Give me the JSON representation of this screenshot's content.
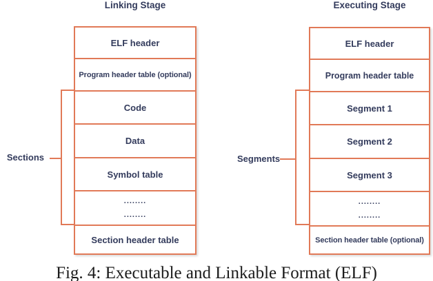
{
  "figure": {
    "left_panel": {
      "title": "Linking Stage",
      "bracket_label": "Sections",
      "rows": [
        {
          "label": "ELF header"
        },
        {
          "label": "Program header table (optional)"
        },
        {
          "label": "Code"
        },
        {
          "label": "Data"
        },
        {
          "label": "Symbol table"
        },
        {
          "line1": "........",
          "line2": "........"
        },
        {
          "label": "Section header table"
        }
      ]
    },
    "right_panel": {
      "title": "Executing Stage",
      "bracket_label": "Segments",
      "rows": [
        {
          "label": "ELF header"
        },
        {
          "label": "Program header table"
        },
        {
          "label": "Segment 1"
        },
        {
          "label": "Segment 2"
        },
        {
          "label": "Segment 3"
        },
        {
          "line1": "........",
          "line2": "........"
        },
        {
          "label": "Section header table (optional)"
        }
      ]
    },
    "caption": "Fig. 4: Executable and Linkable Format (ELF)",
    "colors": {
      "box_border": "#E17957",
      "label_text": "#333B5C",
      "caption_text": "#1B1B1B"
    }
  }
}
